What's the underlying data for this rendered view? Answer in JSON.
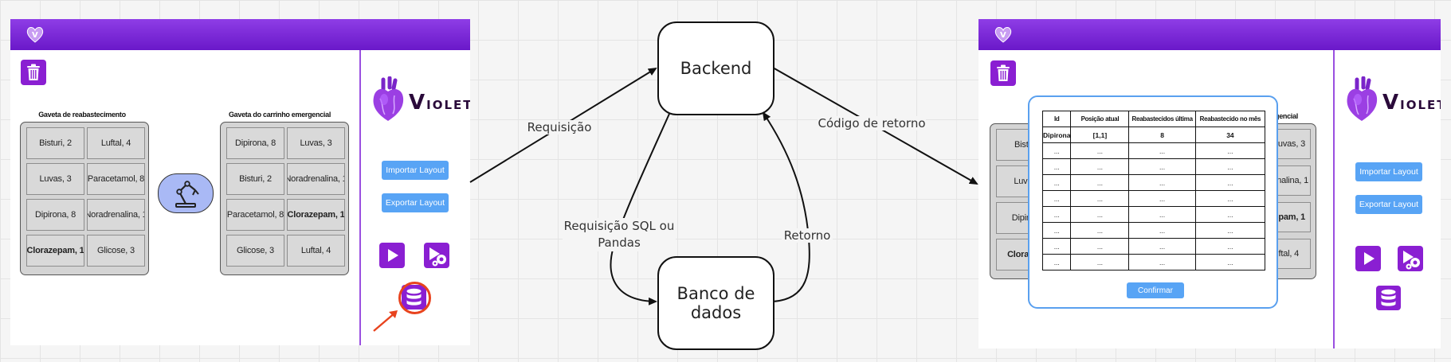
{
  "left_screen": {
    "drawer_restock": {
      "title": "Gaveta de reabastecimento",
      "cells": [
        "Bisturi, 2",
        "Luftal, 4",
        "Luvas, 3",
        "Paracetamol, 8",
        "Dipirona, 8",
        "Noradrenalina, 1",
        "Clorazepam, 1",
        "Glicose, 3"
      ]
    },
    "drawer_cart": {
      "title": "Gaveta do carrinho emergencial",
      "cells": [
        "Dipirona, 8",
        "Luvas, 3",
        "Bisturi, 2",
        "Noradrenalina, 1",
        "Paracetamol, 8",
        "Clorazepam, 1",
        "Glicose, 3",
        "Luftal, 4"
      ]
    },
    "sidebar": {
      "brand_initial": "V",
      "brand_rest": "IOLETA",
      "import_label": "Importar Layout",
      "export_label": "Exportar Layout"
    }
  },
  "diagram": {
    "nodes": {
      "backend": "Backend",
      "db_line1": "Banco de",
      "db_line2": "dados"
    },
    "edges": {
      "request": "Requisição",
      "return_code": "Código de retorno",
      "sql_line1": "Requisição SQL ou",
      "sql_line2": "Pandas",
      "return": "Retorno"
    },
    "colors": {
      "arrow": "#111111",
      "highlight": "#e8431e",
      "accent": "#8a1fd2",
      "button": "#58a4f5"
    }
  },
  "right_screen": {
    "left_drawer_partial": {
      "title_fragment": "Gav",
      "cells": [
        "Bistur",
        "Luvas",
        "Dipiron",
        "Clorazep"
      ]
    },
    "right_drawer_partial": {
      "title_fragment": "gencial",
      "cells": [
        "uvas, 3",
        "renalina, 1",
        "azepam, 1",
        "uftal, 4"
      ]
    },
    "modal": {
      "headers": [
        "Id",
        "Posição atual",
        "Reabastecidos última",
        "Reabastecido no mês"
      ],
      "first_row": [
        "Dipirona",
        "[1,1]",
        "8",
        "34"
      ],
      "placeholder_row": [
        "...",
        "...",
        "...",
        "..."
      ],
      "confirm_label": "Confirmar"
    },
    "sidebar": {
      "brand_initial": "V",
      "brand_rest": "IOLETA",
      "import_label": "Importar Layout",
      "export_label": "Exportar Layout"
    }
  }
}
